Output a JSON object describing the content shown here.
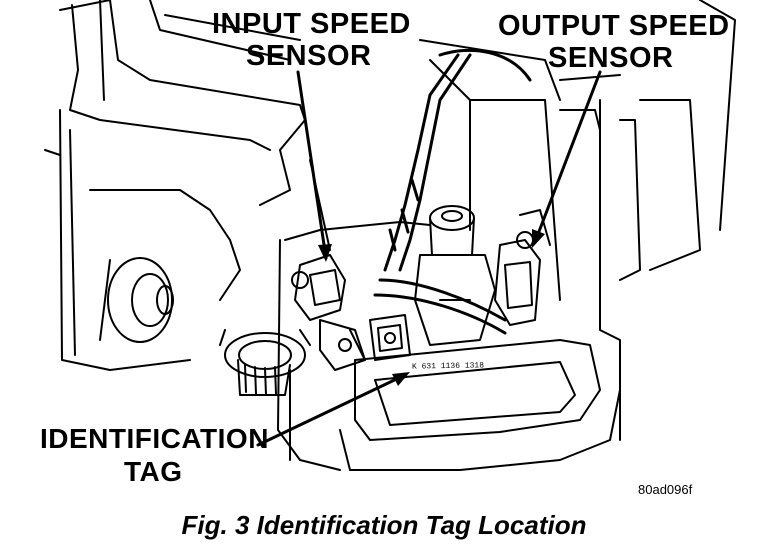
{
  "labels": {
    "input_speed_line1": "INPUT SPEED",
    "input_speed_line2": "SENSOR",
    "output_speed_line1": "OUTPUT SPEED",
    "output_speed_line2": "SENSOR",
    "identification_line1": "IDENTIFICATION",
    "identification_line2": "TAG"
  },
  "tag_number": "K 631 1136 1318",
  "figure_code": "80ad096f",
  "caption": "Fig. 3 Identification Tag Location"
}
